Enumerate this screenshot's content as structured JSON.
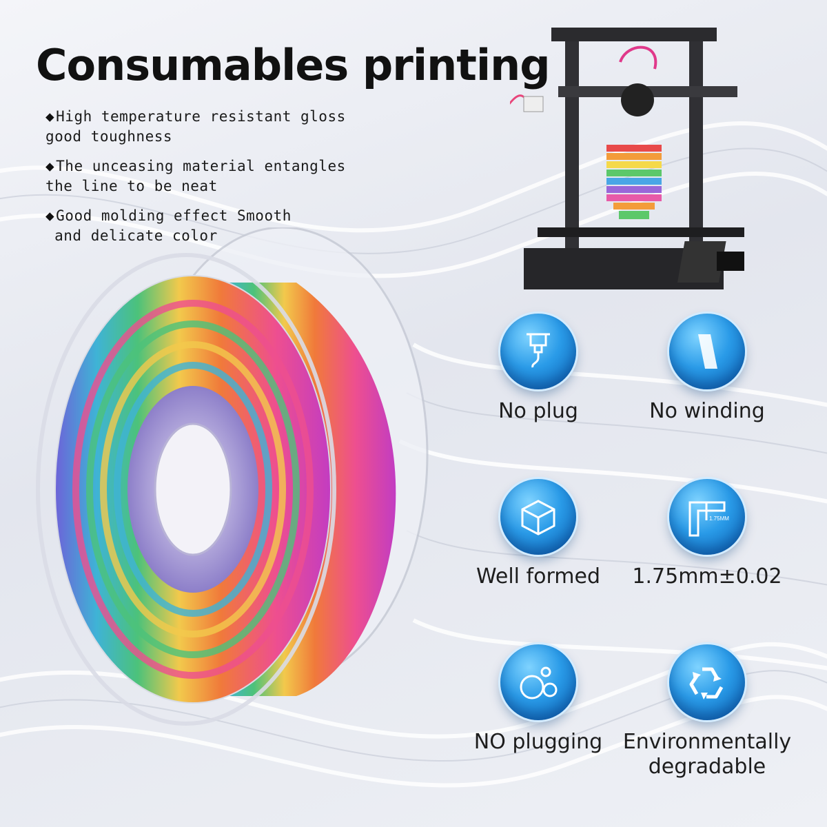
{
  "title": "Consumables printing",
  "features": [
    {
      "line1": "High temperature resistant gloss",
      "line2": "good toughness"
    },
    {
      "line1": "The unceasing material entangles",
      "line2": "the line to be neat"
    },
    {
      "line1": "Good molding effect Smooth",
      "line2": " and delicate color"
    }
  ],
  "bullet": "◆",
  "icons": [
    {
      "label": "No plug",
      "icon": "extruder-icon"
    },
    {
      "label": "No winding",
      "icon": "filament-strip-icon"
    },
    {
      "label": "Well formed",
      "icon": "cube-icon"
    },
    {
      "label": "1.75mm±0.02",
      "icon": "caliper-icon"
    },
    {
      "label": "NO plugging",
      "icon": "bubbles-icon"
    },
    {
      "label": "Environmentally",
      "label2": "degradable",
      "icon": "recycle-icon"
    }
  ],
  "caliper_text": "1.75MM",
  "colors": {
    "accent": "#1e88e5",
    "filament_pink": "#e8457a"
  }
}
